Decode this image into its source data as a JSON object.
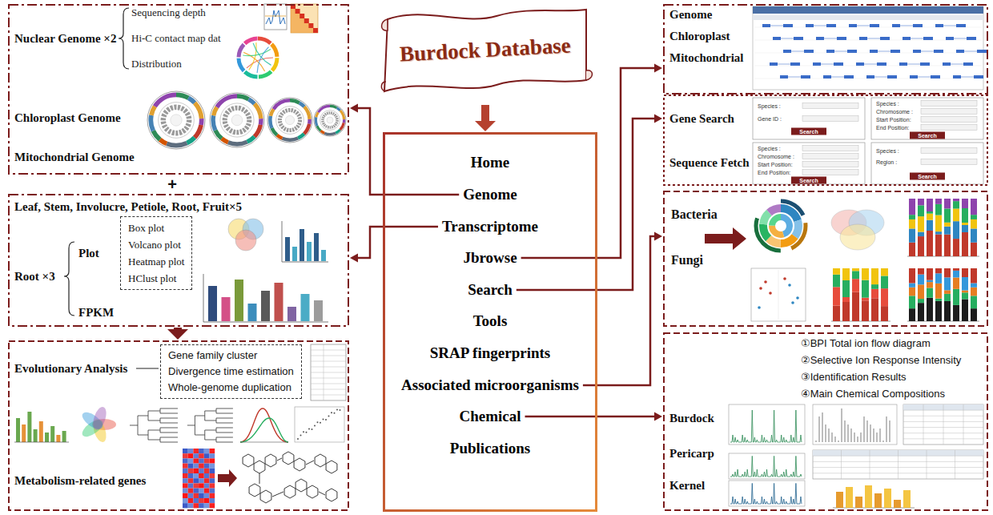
{
  "diagram": {
    "nodes": [
      {
        "text": [
          "Burdock Database"
        ]
      },
      {
        "text": []
      },
      {
        "text": [
          "Home"
        ],
        "in": 1
      },
      {
        "text": [
          "Genome"
        ],
        "in": 1
      },
      {
        "text": [
          "Transcriptome"
        ],
        "in": 1
      },
      {
        "text": [
          "Jbrowse"
        ],
        "in": 1
      },
      {
        "text": [
          "Search"
        ],
        "in": 1
      },
      {
        "text": [
          "Tools"
        ],
        "in": 1
      },
      {
        "text": [
          "SRAP fingerprints"
        ],
        "in": 1
      },
      {
        "text": [
          "Associated microorganisms"
        ],
        "in": 1
      },
      {
        "text": [
          "Chemical"
        ],
        "in": 1
      },
      {
        "text": [
          "Publications"
        ],
        "in": 1
      },
      {
        "text": [
          "Nuclear Genome ×2",
          "Sequencing depth",
          "Hi-C contact map dat",
          "Distribution",
          "Chloroplast Genome",
          "Mitochondrial Genome"
        ]
      },
      {
        "text": [
          "Leaf, Stem, Involucre, Petiole, Root, Fruit×5",
          "Plot",
          "Root ×3",
          "FPKM"
        ]
      },
      {
        "text": [
          "Box plot",
          "Volcano plot",
          "Heatmap plot",
          "HClust plot"
        ],
        "in": 13
      },
      {
        "text": [
          "Evolutionary Analysis",
          "Metabolism-related genes"
        ]
      },
      {
        "text": [
          "Gene family cluster",
          "Divergence time estimation",
          "Whole-genome duplication"
        ],
        "in": 15
      },
      {
        "text": [
          "Genome",
          "Chloroplast",
          "Mitochondrial"
        ]
      },
      {
        "text": [
          "Gene Search",
          "Sequence Fetch"
        ]
      },
      {
        "text": [
          "Bacteria",
          "Fungi"
        ]
      },
      {
        "text": [
          "①BPI Total ion flow diagram",
          "②Selective Ion Response Intensity",
          "③Identification Results",
          "④Main Chemical Compositions",
          "Burdock",
          "Pericarp",
          "Kernel"
        ]
      }
    ],
    "edges": [
      {
        "from": 0,
        "to": 1,
        "arrow": "to"
      },
      {
        "from": 3,
        "to": 12,
        "arrow": "to"
      },
      {
        "from": 4,
        "to": 13,
        "arrow": "to"
      },
      {
        "from": 13,
        "to": 15,
        "arrow": "to"
      },
      {
        "from": 5,
        "to": 17,
        "arrow": "to"
      },
      {
        "from": 6,
        "to": 18,
        "arrow": "to"
      },
      {
        "from": 9,
        "to": 19,
        "arrow": "to"
      },
      {
        "from": 10,
        "to": 20,
        "arrow": "to"
      }
    ],
    "labels": [
      "+",
      "Species :",
      "Gene ID :",
      "Search",
      "Species :",
      "Chromosome :",
      "Start Position:",
      "End Position:",
      "Search",
      "Species :",
      "Chromosome :",
      "Start Position:",
      "End Position:",
      "Search",
      "Species :",
      "Region :",
      "Search"
    ]
  }
}
